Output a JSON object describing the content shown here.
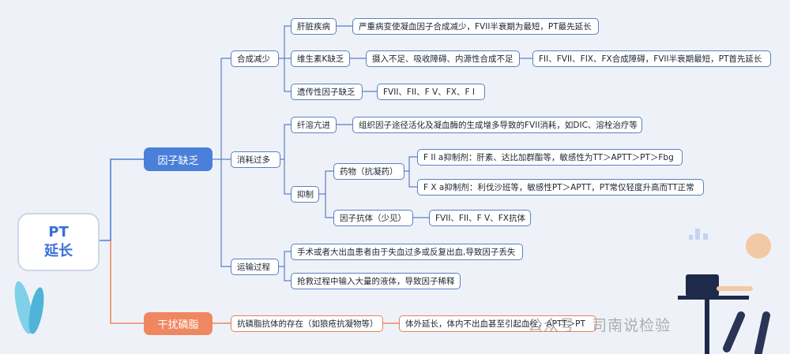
{
  "root": {
    "line1": "PT",
    "line2": "延长"
  },
  "branches": {
    "factor_deficiency": "因子缺乏",
    "interfering_phospholipid": "干扰磷脂"
  },
  "deficiency": {
    "reduced_synthesis": "合成减少",
    "excess_consumption": "消耗过多",
    "transport": "运输过程"
  },
  "synthesis": {
    "liver": {
      "label": "肝脏疾病",
      "detail": "严重病变使凝血因子合成减少，FVII半衰期为最短，PT最先延长"
    },
    "vitk": {
      "label": "维生素K缺乏",
      "detail": "摄入不足、吸收障碍、内源性合成不足",
      "detail2": "FII、FVII、FIX、FX合成障碍，FVII半衰期最短，PT首先延长"
    },
    "hereditary": {
      "label": "遗传性因子缺乏",
      "detail": "FVII、FII、F V、FX、F I"
    }
  },
  "consumption": {
    "fibrinolysis": {
      "label": "纤溶亢进",
      "detail": "组织因子途径活化及凝血酶的生成增多导致的FVII消耗，如DIC、溶栓治疗等"
    },
    "inhibition": {
      "label": "抑制",
      "drugs": {
        "label": "药物（抗凝药）",
        "fiia": "F II a抑制剂：肝素、达比加群酯等，敏感性为TT＞APTT＞PT＞Fbg",
        "fxa": "F X a抑制剂：利伐沙班等，敏感性PT＞APTT，PT常仅轻度升高而TT正常"
      },
      "antibody": {
        "label": "因子抗体（少见）",
        "detail": "FVII、FII、F V、FX抗体"
      }
    }
  },
  "transport": {
    "blood_loss": "手术或者大出血患者由于失血过多或反复出血,导致因子丢失",
    "dilution": "抢救过程中输入大量的液体，导致因子稀释"
  },
  "phospholipid": {
    "antibody": "抗磷脂抗体的存在（如狼疮抗凝物等）",
    "effect": "体外延长，体内不出血甚至引起血栓，APTT＞PT"
  },
  "watermark": "公众号 · 司南说检验",
  "colors": {
    "blue": "#4a80d9",
    "orange": "#ef8860",
    "line": "#5b7fc4",
    "root_text": "#3a6fd8"
  }
}
